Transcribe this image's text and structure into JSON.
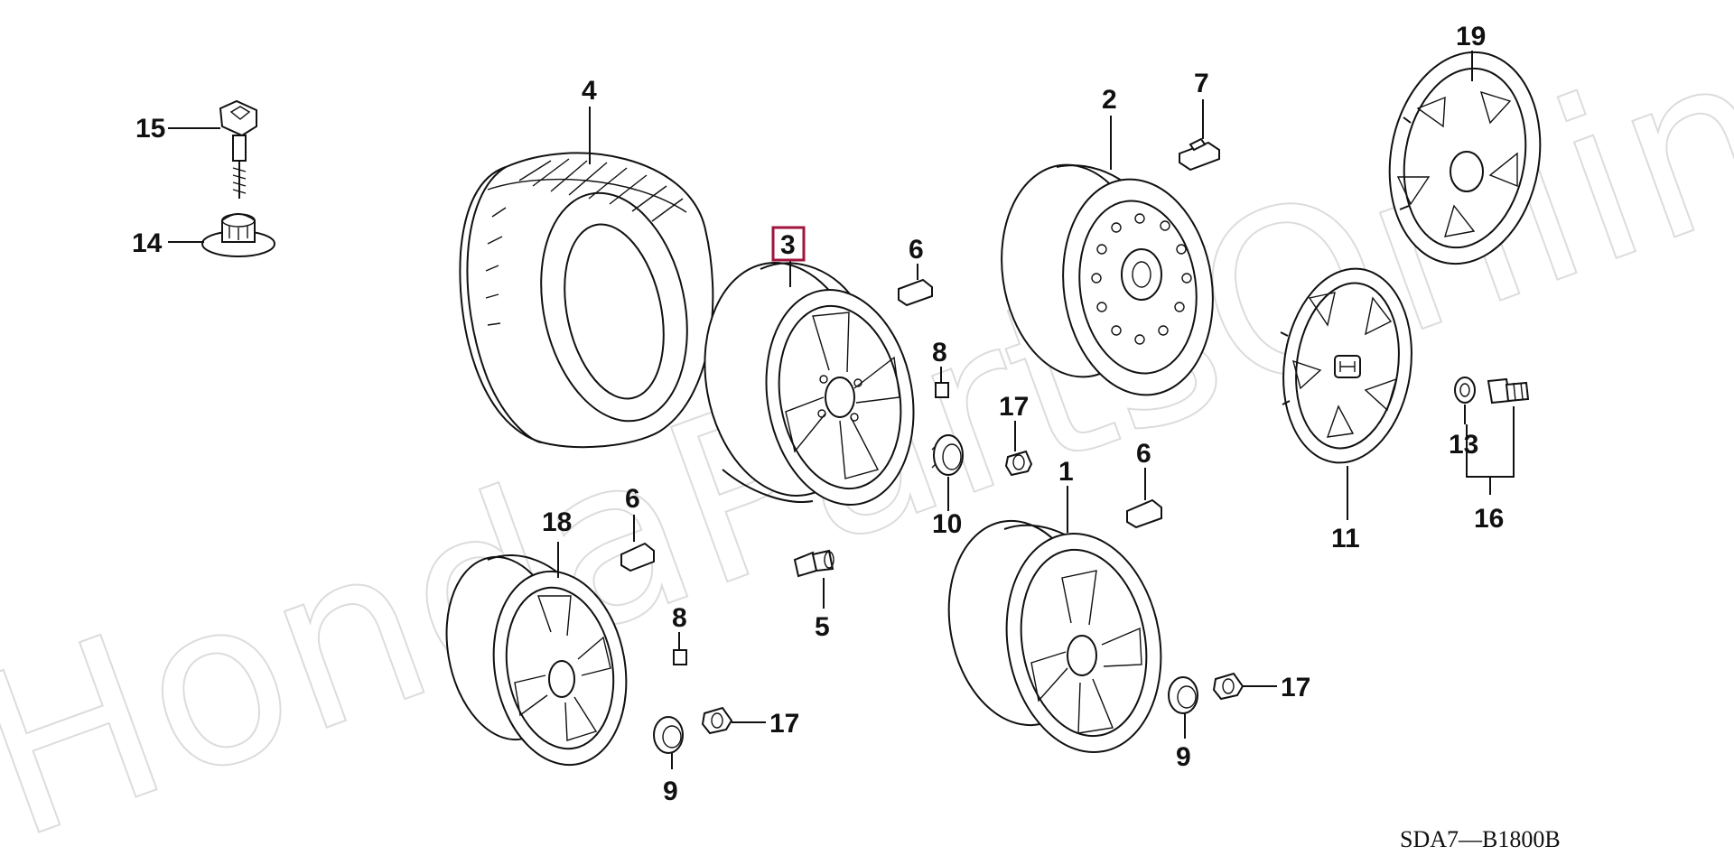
{
  "diagram": {
    "drawing_code": "SDA7—B1800B",
    "watermark": "HondaPartsOnline.ru",
    "highlight_color": "#a0153e",
    "callouts": {
      "p1": "1",
      "p2": "2",
      "p3": "3",
      "p4": "4",
      "p5": "5",
      "p6a": "6",
      "p6b": "6",
      "p6c": "6",
      "p7": "7",
      "p8a": "8",
      "p8b": "8",
      "p9a": "9",
      "p9b": "9",
      "p10": "10",
      "p11": "11",
      "p13": "13",
      "p14": "14",
      "p15": "15",
      "p16": "16",
      "p17a": "17",
      "p17b": "17",
      "p17c": "17",
      "p18": "18",
      "p19": "19"
    }
  }
}
